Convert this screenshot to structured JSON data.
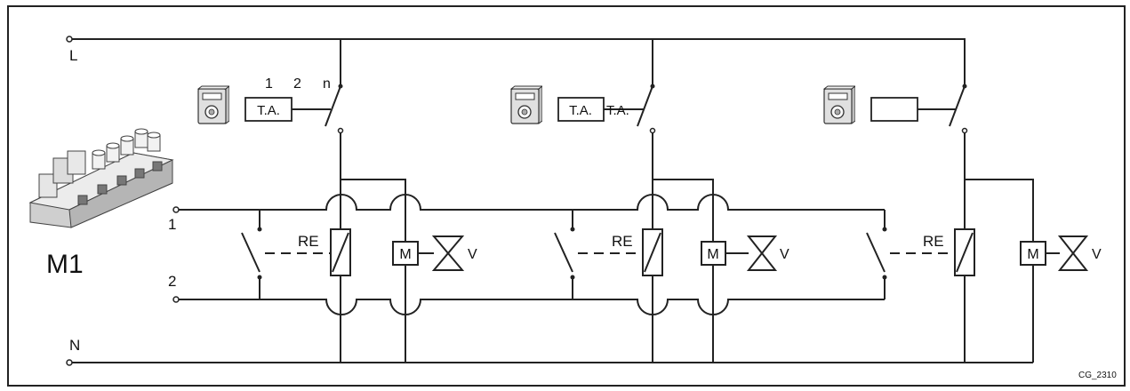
{
  "rails": {
    "line": "L",
    "neutral": "N"
  },
  "terminals": {
    "one": "1",
    "two": "2"
  },
  "module": {
    "label": "M1"
  },
  "thermostat_box": {
    "pins": [
      "1",
      "2",
      "n"
    ],
    "units": [
      "T.A.",
      "T.A.",
      ""
    ]
  },
  "stray_label": "T.A.",
  "components": {
    "relay": "RE",
    "motor": "M",
    "valve": "V"
  },
  "figure_code": "CG_2310"
}
